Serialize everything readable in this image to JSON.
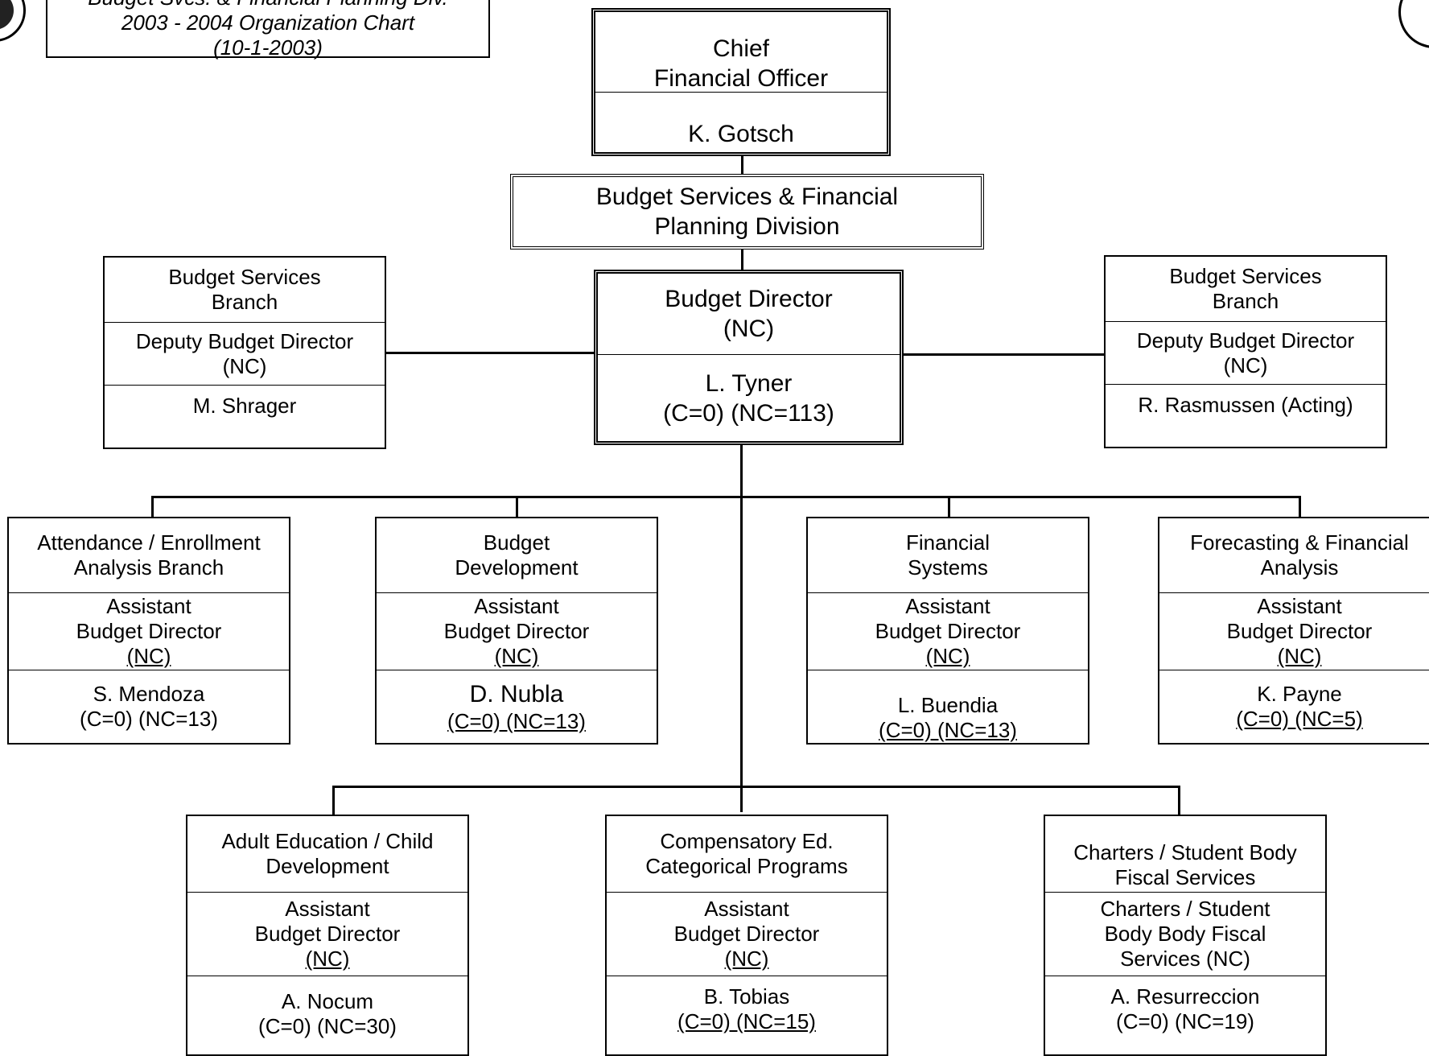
{
  "title": {
    "line1": "Budget Svcs. & Financial Planning Div.",
    "line2": "2003 - 2004 Organization Chart",
    "line3": "(10-1-2003)"
  },
  "cfo": {
    "title1": "Chief",
    "title2": "Financial Officer",
    "name": "K. Gotsch"
  },
  "division": {
    "line1": "Budget Services & Financial",
    "line2": "Planning Division"
  },
  "director": {
    "title1": "Budget Director",
    "title2": "(NC)",
    "name": "L. Tyner",
    "counts": "(C=0)  (NC=113)"
  },
  "left_branch": {
    "line1": "Budget Services",
    "line2": "Branch",
    "role1": "Deputy Budget Director",
    "role2": "(NC)",
    "name": "M. Shrager"
  },
  "right_branch": {
    "line1": "Budget Services",
    "line2": "Branch",
    "role1": "Deputy Budget Director",
    "role2": "(NC)",
    "name": "R. Rasmussen (Acting)"
  },
  "row1": [
    {
      "line1": "Attendance / Enrollment",
      "line2": "Analysis Branch",
      "r1": "Assistant",
      "r2": "Budget Director",
      "r3": "(NC)",
      "name": "S. Mendoza",
      "counts": "(C=0)  (NC=13)"
    },
    {
      "line1": "Budget",
      "line2": "Development",
      "r1": "Assistant",
      "r2": "Budget Director",
      "r3": "(NC)",
      "name": "D. Nubla",
      "counts": "(C=0)  (NC=13)"
    },
    {
      "line1": "Financial",
      "line2": "Systems",
      "r1": "Assistant",
      "r2": "Budget Director",
      "r3": "(NC)",
      "name": "L. Buendia",
      "counts": "(C=0)  (NC=13)"
    },
    {
      "line1": "Forecasting & Financial",
      "line2": "Analysis",
      "r1": "Assistant",
      "r2": "Budget Director",
      "r3": "(NC)",
      "name": "K. Payne",
      "counts": "(C=0)  (NC=5)"
    }
  ],
  "row2": [
    {
      "line1": "Adult Education / Child",
      "line2": "Development",
      "r1": "Assistant",
      "r2": "Budget Director",
      "r3": "(NC)",
      "name": "A. Nocum",
      "counts": "(C=0)  (NC=30)"
    },
    {
      "line1": "Compensatory Ed.",
      "line2": "Categorical Programs",
      "r1": "Assistant",
      "r2": "Budget Director",
      "r3": "(NC)",
      "name": "B. Tobias",
      "counts": "(C=0)  (NC=15)"
    },
    {
      "line1": "Charters / Student Body",
      "line2": "Fiscal Services",
      "r1": "Charters / Student",
      "r2": "Body Body Fiscal",
      "r3": "Services (NC)",
      "name": "A. Resurreccion",
      "counts": "(C=0)  (NC=19)"
    }
  ]
}
